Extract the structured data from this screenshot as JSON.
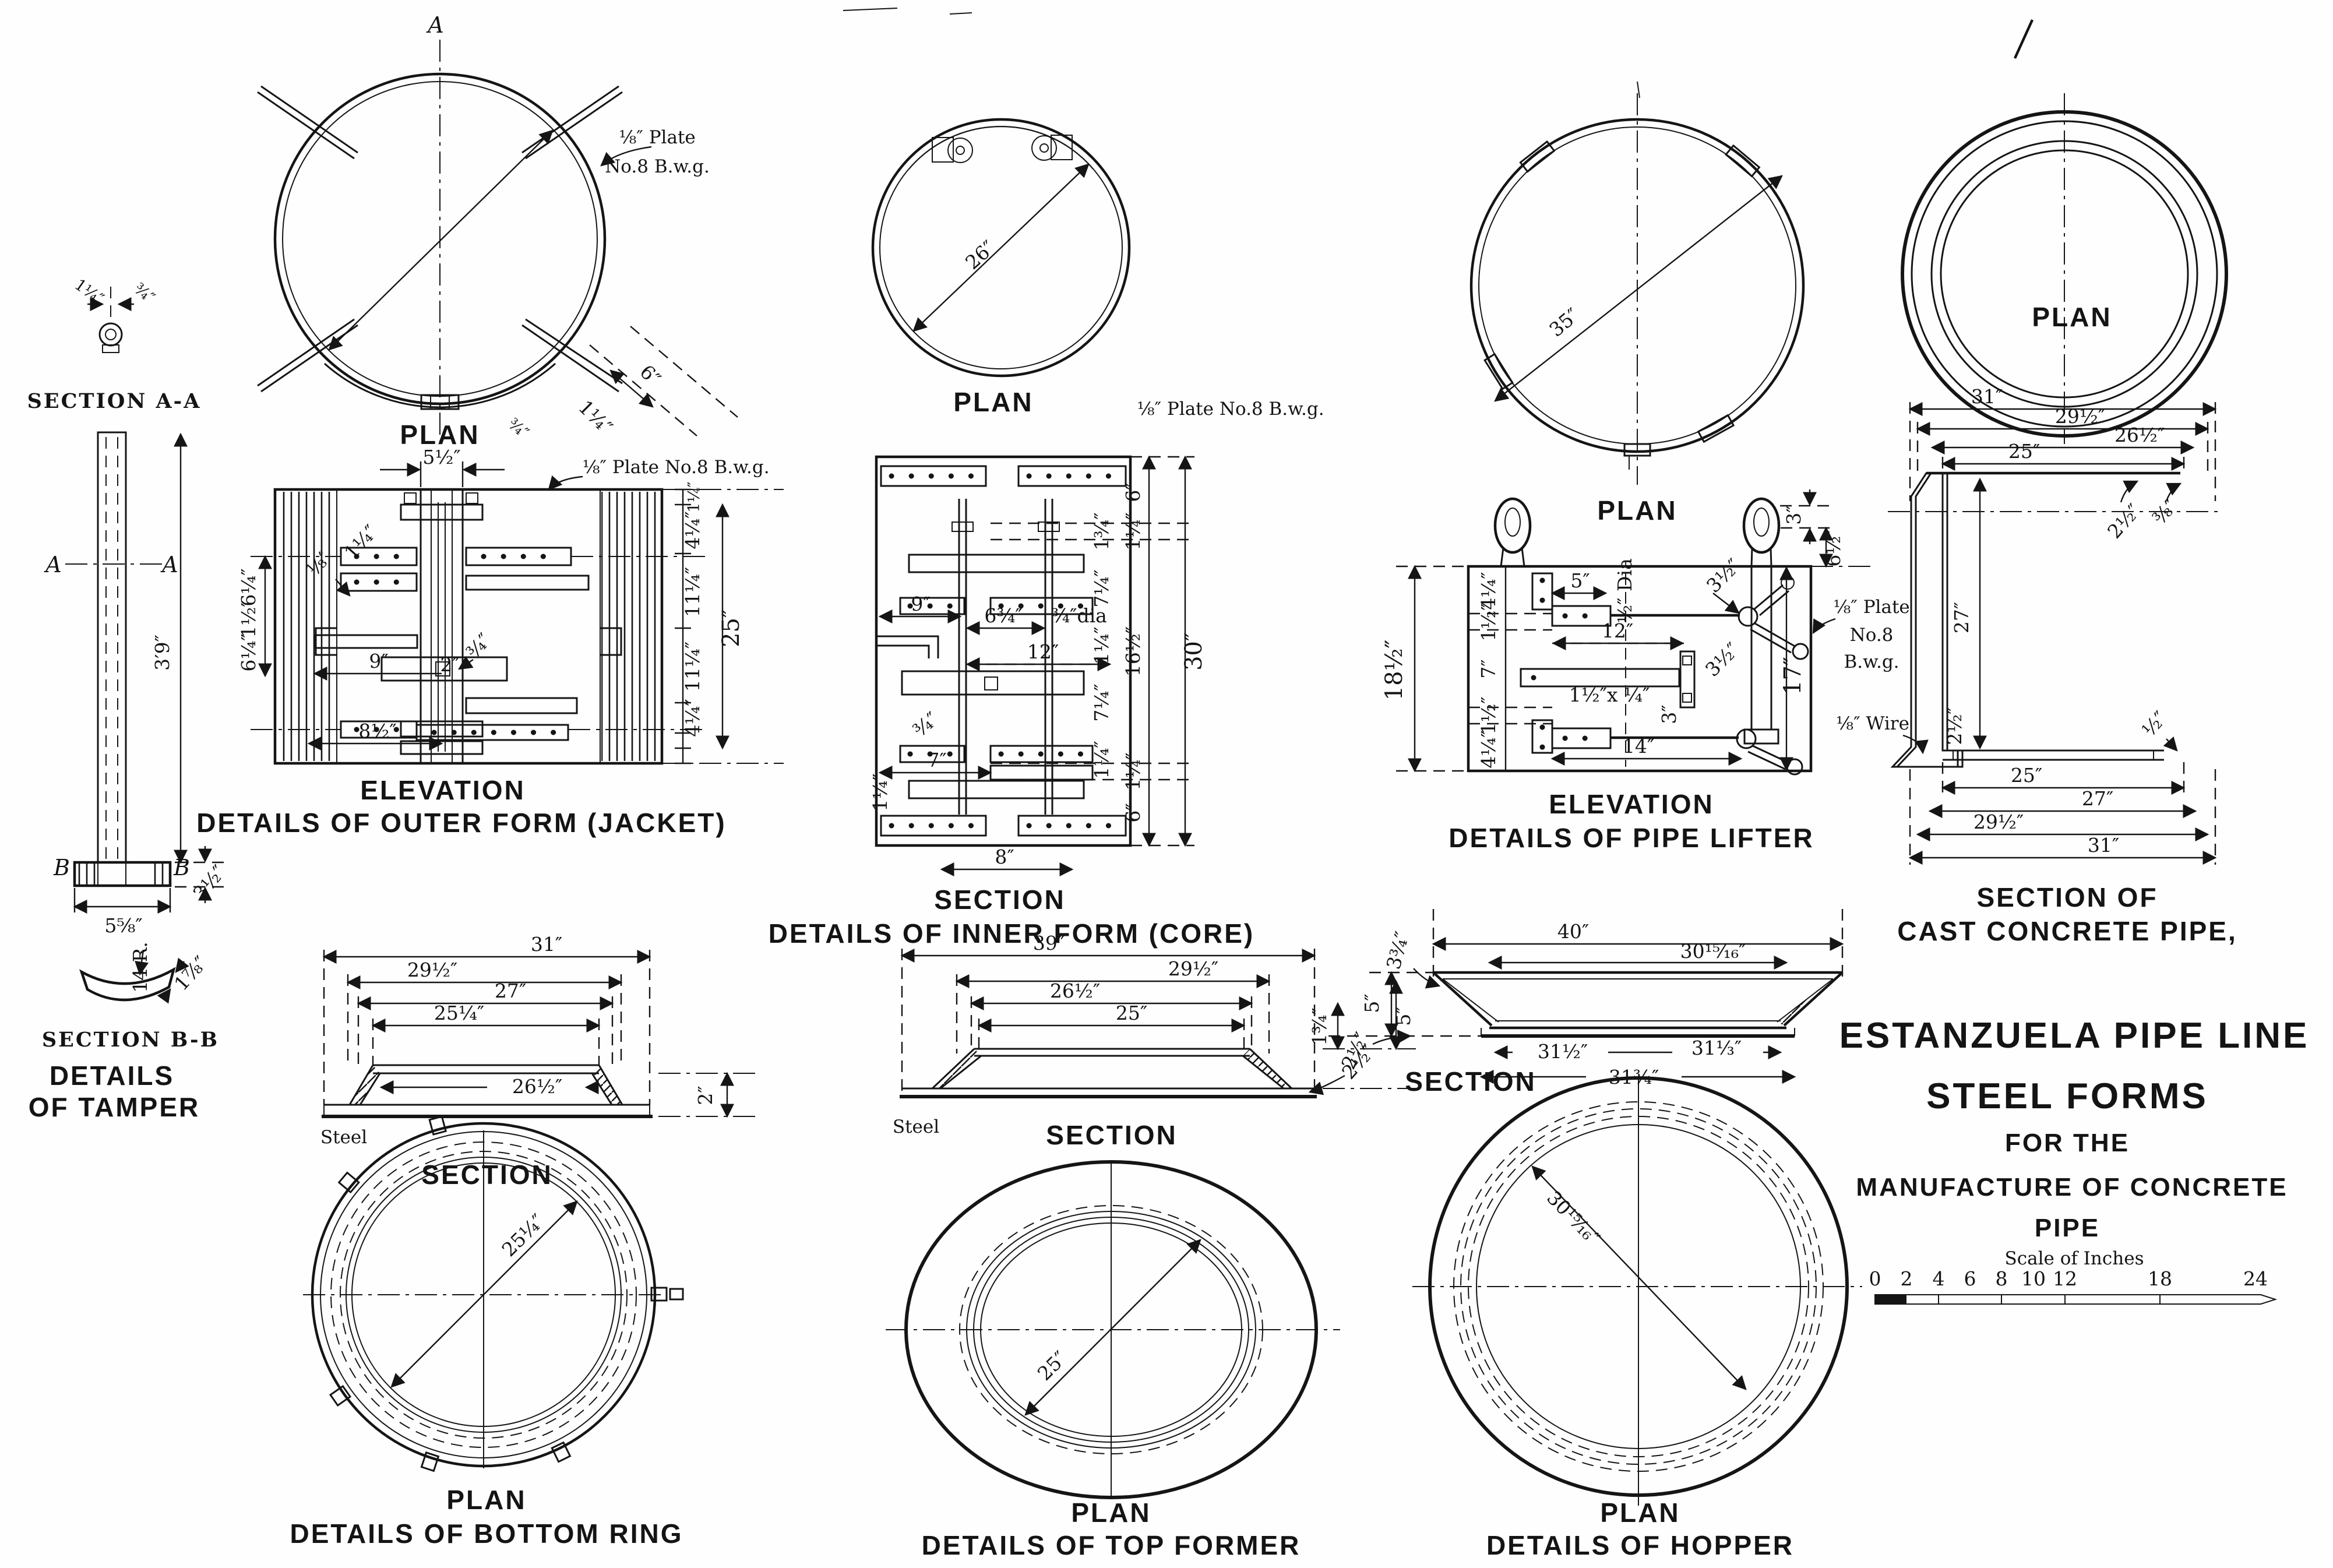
{
  "jacket_plan": {
    "a": "A",
    "note1": "⅛″ Plate",
    "note2": "No.8 B.w.g.",
    "d6": "6″",
    "d125": "1¼″",
    "d34": "¾″",
    "plan": "PLAN"
  },
  "tamper": {
    "d125": "1¼″",
    "d34": "¾″",
    "secaa": "SECTION A-A",
    "a1": "A",
    "a2": "A",
    "d39": "3′9″",
    "b1": "B",
    "b2": "B",
    "d312": "3½″",
    "d558": "5⅝″",
    "d14r": "14 R.",
    "d178": "1⅞″",
    "secbb": "SECTION B-B",
    "t1": "DETAILS",
    "t2": "OF TAMPER"
  },
  "jacket_elev": {
    "note": "⅛″ Plate  No.8 B.w.g.",
    "d512": "5½″",
    "d18": "⅛″",
    "d114": "1¼″",
    "d9": "9″",
    "d2": "2″",
    "d34": "¾″",
    "d812": "8½″",
    "l614a": "6¼″",
    "l112": "1½″",
    "l614b": "6¼″",
    "r114a": "1¼″",
    "r414a": "4¼″",
    "r1114a": "11¼″",
    "r25": "25″",
    "r1114b": "11¼″",
    "r414b": "4¼″",
    "title": "ELEVATION",
    "sub": "DETAILS OF OUTER FORM  (JACKET)"
  },
  "core_plan": {
    "d26": "26″",
    "plan": "PLAN",
    "note": "⅛″ Plate  No.8 B.w.g."
  },
  "core_section": {
    "d9": "9″",
    "d634": "6¾″",
    "d34dia": "¾″dia",
    "d12": "12″",
    "d34": "¾″",
    "d7": "7″",
    "d114": "1¼″",
    "ri1": "1¾″",
    "ri2": "7¼″",
    "ri3": "1¼″",
    "ri4": "7¼″",
    "ri5": "1¼″",
    "ro1": "6″",
    "ro2": "1¼″",
    "ro3": "16½″",
    "ro4": "1¼″",
    "ro5": "6″",
    "r30": "30″",
    "d8": "8″",
    "title": "SECTION",
    "sub": "DETAILS OF INNER FORM (CORE)"
  },
  "lifter_plan": {
    "d35": "35″",
    "plan": "PLAN"
  },
  "lifter_elev": {
    "d3": "3″",
    "d612": "6½″",
    "d1812": "18½″",
    "l414a": "4¼″",
    "l112a": "1½″",
    "l7": "7″",
    "l112b": "1½″",
    "l414b": "4¼″",
    "d5": "5″",
    "d12dia": "½″ Dia",
    "d312a": "3½″",
    "d12": "12″",
    "d112x14": "1½″x ¼″",
    "d312b": "3½″",
    "d3b": "3″",
    "d14": "14″",
    "d17": "17″",
    "note1": "⅛″ Plate",
    "note2": "No.8",
    "note3": "B.w.g.",
    "wire": "⅛″ Wire",
    "title": "ELEVATION",
    "sub": "DETAILS OF PIPE LIFTER"
  },
  "pipe_plan": {
    "plan": "PLAN"
  },
  "pipe_section": {
    "t31": "31″",
    "t2912": "29½″",
    "t2612": "26½″",
    "t25": "25″",
    "d27": "27″",
    "d212a": "2½″",
    "d38": "⅜″",
    "d212b": "2½″",
    "d12": "½″",
    "b25": "25″",
    "b27": "27″",
    "b2912": "29½″",
    "b31": "31″",
    "title1": "SECTION OF",
    "title2": "CAST CONCRETE PIPE,"
  },
  "bottom_ring": {
    "s31": "31″",
    "s2912": "29½″",
    "s27": "27″",
    "s2514": "25¼″",
    "s2612": "26½″",
    "s2": "2″",
    "steel": "Steel",
    "sec": "SECTION",
    "diag": "25¼″",
    "plan": "PLAN",
    "sub": "DETAILS OF BOTTOM RING"
  },
  "top_former": {
    "s39": "39″",
    "s2912": "29½″",
    "s2612": "26½″",
    "s25": "25″",
    "r134": "1¾″",
    "r5": "5″",
    "r212": "2½″",
    "steel": "Steel",
    "sec": "SECTION",
    "diag": "25″",
    "plan": "PLAN",
    "sub": "DETAILS OF TOP FORMER"
  },
  "hopper": {
    "s40": "40″",
    "s3015": "30¹⁵⁄₁₆″",
    "l334": "3¾″",
    "l5": "5″",
    "l212": "2½″",
    "b3112": "31½″",
    "b3113": "31⅓″",
    "b3134": "31¾″",
    "sec": "SECTION",
    "diag": "30¹⁵⁄₁₆″",
    "plan": "PLAN",
    "sub": "DETAILS OF HOPPER"
  },
  "title_block": {
    "l1": "ESTANZUELA PIPE LINE",
    "l2": "STEEL FORMS",
    "l3": "FOR THE",
    "l4": "MANUFACTURE OF CONCRETE",
    "l5": "PIPE"
  },
  "scale": {
    "title": "Scale of Inches",
    "ticks": [
      "0",
      "2",
      "4",
      "6",
      "8",
      "10",
      "12",
      "18",
      "24"
    ]
  }
}
